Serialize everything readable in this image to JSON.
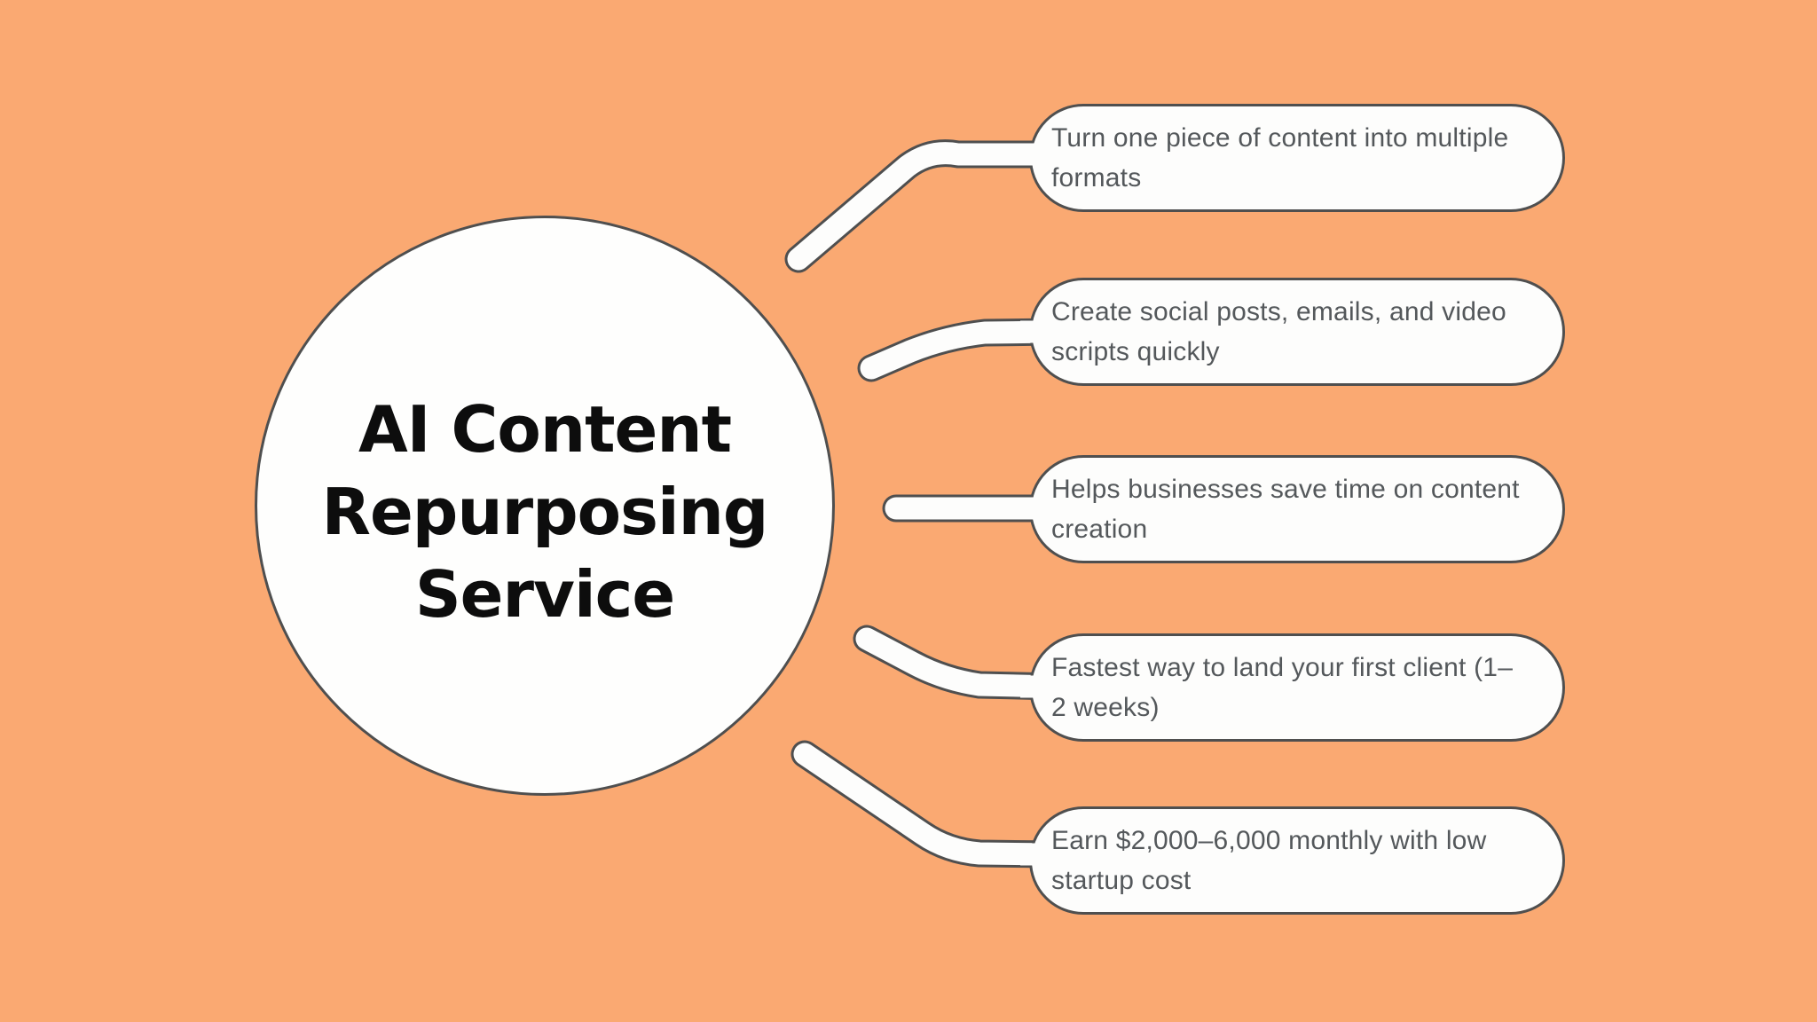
{
  "title": {
    "text": "AI Content\nRepurposing\nService"
  },
  "branches": [
    {
      "label": "Turn one piece of content into multiple\nformats"
    },
    {
      "label": "Create social posts, emails, and video\nscripts quickly"
    },
    {
      "label": "Helps businesses save time on content\ncreation"
    },
    {
      "label": "Fastest way to land your first client (1–\n2 weeks)"
    },
    {
      "label": "Earn $2,000–6,000 monthly with low\nstartup cost"
    }
  ],
  "colors": {
    "background": "#FAA972",
    "node_fill": "#FDFDFC",
    "outline": "#4F4F4F",
    "branch_text": "#54585B",
    "title_text": "#0D0D0D"
  }
}
